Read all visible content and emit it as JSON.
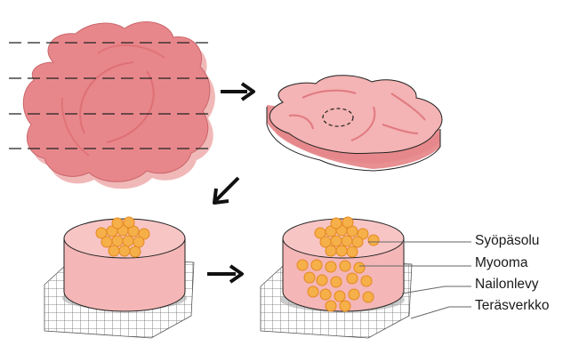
{
  "labels": {
    "cancer_cell": "Syöpäsolu",
    "myoma": "Myooma",
    "nylon_plate": "Nailonlevy",
    "steel_mesh": "Teräsverkko"
  },
  "colors": {
    "tissue_fill": "#e8878b",
    "tissue_shadow": "#f1b4b4",
    "slice_top": "#f4b3b4",
    "slice_side": "#e88f92",
    "cylinder_top": "#f8c5c5",
    "cylinder_side": "#f4b6b6",
    "cell_fill": "#f6b04a",
    "cell_stroke": "#e4881f",
    "arrow": "#111111"
  },
  "icons": [
    "arrow-right-icon",
    "arrow-down-left-icon"
  ]
}
